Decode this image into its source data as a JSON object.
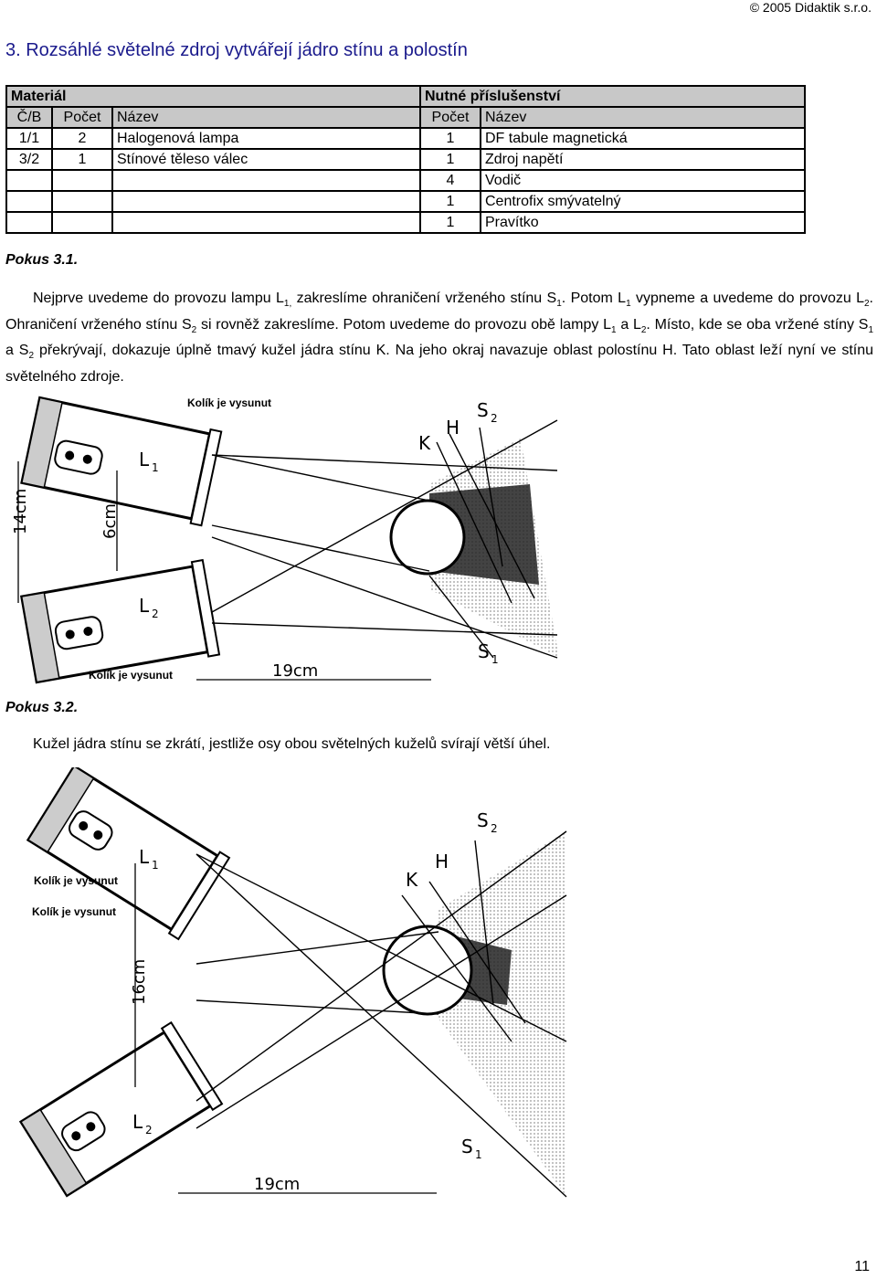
{
  "header": {
    "copyright": "© 2005 Didaktik s.r.o."
  },
  "section_title": "3. Rozsáhlé světelné zdroj vytvářejí jádro stínu a polostín",
  "table": {
    "group_material": "Materiál",
    "group_accessories": "Nutné příslušenství",
    "col_cb": "Č/B",
    "col_count": "Počet",
    "col_name": "Název",
    "col_count2": "Počet",
    "col_name2": "Název",
    "rows": [
      {
        "cb": "1/1",
        "count": "2",
        "name": "Halogenová lampa",
        "count2": "1",
        "name2": "DF tabule magnetická"
      },
      {
        "cb": "3/2",
        "count": "1",
        "name": "Stínové těleso válec",
        "count2": "1",
        "name2": "Zdroj napětí"
      },
      {
        "cb": "",
        "count": "",
        "name": "",
        "count2": "4",
        "name2": "Vodič"
      },
      {
        "cb": "",
        "count": "",
        "name": "",
        "count2": "1",
        "name2": "Centrofix smývatelný"
      },
      {
        "cb": "",
        "count": "",
        "name": "",
        "count2": "1",
        "name2": "Pravítko"
      }
    ]
  },
  "pokus1": {
    "title": "Pokus 3.1.",
    "text": [
      "Nejprve uvedeme do provozu lampu L",
      "1,",
      " zakreslíme ohraničení  vrženého stínu S",
      "1",
      ". Potom L",
      "1",
      " vypneme a uvedeme do provozu L",
      "2",
      ". Ohraničení vrženého stínu S",
      "2",
      " si rovněž zakreslíme. Potom uvedeme do provozu obě lampy L",
      "1",
      " a L",
      "2",
      ". Místo, kde se oba vržené stíny S",
      "1",
      " a S",
      "2",
      " překrývají, dokazuje úplně tmavý kužel jádra stínu K.  Na jeho okraj navazuje oblast polostínu H. Tato oblast leží nyní ve stínu světelného zdroje."
    ]
  },
  "figure1": {
    "label_top": "Kolík je vysunut",
    "label_bottom": "Kolík je vysunut",
    "l1": "L",
    "l1_sub": "1",
    "l2": "L",
    "l2_sub": "2",
    "s1": "S",
    "s1_sub": "1",
    "s2": "S",
    "s2_sub": "2",
    "k": "K",
    "h": "H",
    "dim_14": "14cm",
    "dim_6": "6cm",
    "dim_19": "19cm"
  },
  "pokus2": {
    "title": "Pokus 3.2.",
    "text": "Kužel jádra stínu se zkrátí, jestliže osy obou světelných kuželů svírají větší úhel."
  },
  "figure2": {
    "label_top": "Kolík je vysunut",
    "label_bottom": "Kolík je vysunut",
    "l1": "L",
    "l1_sub": "1",
    "l2": "L",
    "l2_sub": "2",
    "s1": "S",
    "s1_sub": "1",
    "s2": "S",
    "s2_sub": "2",
    "k": "K",
    "h": "H",
    "dim_16": "16cm",
    "dim_19": "19cm"
  },
  "page_number": "11"
}
